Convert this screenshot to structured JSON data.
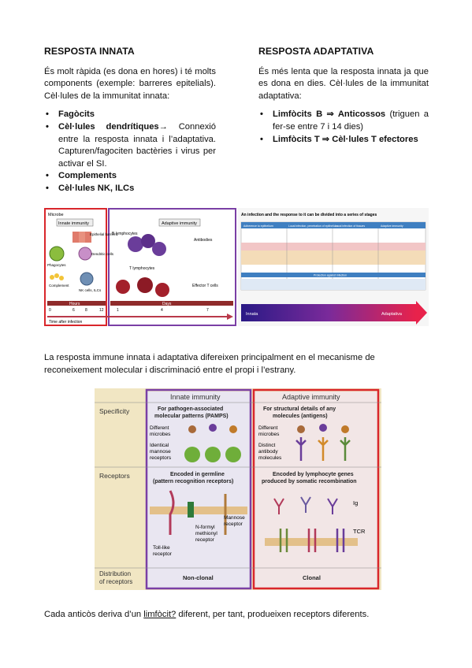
{
  "innate": {
    "heading": "RESPOSTA INNATA",
    "intro": "És molt ràpida (es dona en hores) i té molts components (exemple: barreres epitelials). Cèl·lules de la immunitat innata:",
    "items": [
      {
        "bold": "Fagòcits",
        "rest": ""
      },
      {
        "bold": "Cèl·lules dendrítiques",
        "rest": "→ Connexió entre la resposta innata i l’adaptativa. Capturen/fagociten bactèries i virus per activar el SI."
      },
      {
        "bold": "Complements",
        "rest": ""
      },
      {
        "bold": "Cèl·lules NK, ILCs",
        "rest": ""
      }
    ]
  },
  "adaptive": {
    "heading": "RESPOSTA ADAPTATIVA",
    "intro": "És més lenta que la resposta innata ja que es dona en dies. Cèl·lules de la immunitat adaptativa:",
    "items": [
      {
        "bold": "Limfòcits B ⇒ Anticossos",
        "rest": " (triguen a fer-se entre 7 i 14 dies)"
      },
      {
        "bold": "Limfòcits T ⇒ Cèl·lules T efectores",
        "rest": ""
      }
    ]
  },
  "figure_timeline": {
    "microbe": "Microbe",
    "innate_label": "Innate immunity",
    "adaptive_label": "Adaptive immunity",
    "epithelial": "Epithelial barriers",
    "phagocytes": "Phagocytes",
    "dendritic": "Dendritic cells",
    "complement": "Complement",
    "nk": "NK cells, ILCs",
    "b_lymph": "B lymphocytes",
    "t_lymph": "T lymphocytes",
    "antibodies": "Antibodies",
    "effector": "Effector T cells",
    "hours": "Hours",
    "days": "Days",
    "hour_ticks": [
      "0",
      "6",
      "8",
      "12"
    ],
    "day_ticks": [
      "1",
      "4",
      "7"
    ],
    "time_label": "Time after infection"
  },
  "figure_stages": {
    "title": "An infection and the response to it can be divided into a series of stages",
    "stages": [
      "Adherence to epithelium",
      "Local infection, penetration of epithelium",
      "Local infection of tissues",
      "Adaptive immunity"
    ],
    "protection": "Protection against infection",
    "innata": "Innata",
    "adaptativa": "Adaptativa"
  },
  "p_diff": "La resposta immune innata i adaptativa difereixen principalment en el mecanisme de reconeixement molecular i discriminació entre el propi i l’estrany.",
  "figure_compare": {
    "innate_header": "Innate immunity",
    "adaptive_header": "Adaptive immunity",
    "row_specificity": "Specificity",
    "row_receptors": "Receptors",
    "row_distribution_1": "Distribution",
    "row_distribution_2": "of receptors",
    "innate_spec_1": "For pathogen-associated",
    "innate_spec_2": "molecular patterns (PAMPS)",
    "different_microbes": "Different",
    "microbes": "microbes",
    "identical": "Identical",
    "mannose": "mannose",
    "receptors": "receptors",
    "adaptive_spec_1": "For structural details of any",
    "adaptive_spec_2": "molecules (antigens)",
    "distinct": "Distinct",
    "antibody": "antibody",
    "molecules": "molecules",
    "innate_rec_1": "Encoded in germline",
    "innate_rec_2": "(pattern recognition receptors)",
    "nformyl_1": "N-formyl",
    "nformyl_2": "methionyl",
    "nformyl_3": "receptor",
    "mannose_rec_1": "Mannose",
    "mannose_rec_2": "receptor",
    "toll_1": "Toll-like",
    "toll_2": "receptor",
    "adaptive_rec_1": "Encoded by lymphocyte genes",
    "adaptive_rec_2": "produced by somatic recombination",
    "ig": "Ig",
    "tcr": "TCR",
    "nonclonal": "Non-clonal",
    "clonal": "Clonal"
  },
  "p_final": {
    "before": "Cada anticòs deriva d’un ",
    "link": "limfòcit?",
    "after": " diferent, per tant, produeixen receptors diferents."
  }
}
